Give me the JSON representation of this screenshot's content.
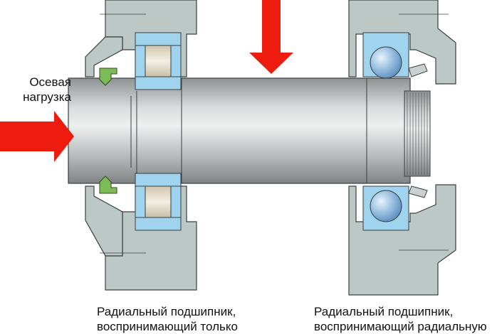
{
  "labels": {
    "axial_load_line1": "Осевая",
    "axial_load_line2": "нагрузка",
    "left_caption_line1": "Радиальный подшипник,",
    "left_caption_line2": "воспринимающий только",
    "right_caption_line1": "Радиальный подшипник,",
    "right_caption_line2": "воспринимающий радиальную"
  },
  "colors": {
    "housing": "#bcc8c6",
    "housing_outline": "#3a3f40",
    "bearing_ring": "#9fd3ee",
    "roller": "#e8e2cf",
    "ball": "#8fb9de",
    "shaft_light": "#e4e6e6",
    "shaft_dark": "#8b8f90",
    "arrow": "#ee1c0e",
    "seal": "#7dbb57"
  }
}
